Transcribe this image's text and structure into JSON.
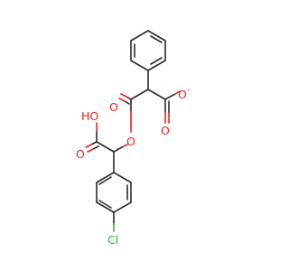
{
  "molecule": {
    "atoms": [
      {
        "id": "o_ketone",
        "text": "O",
        "color": "#e8251b"
      },
      {
        "id": "o_ester",
        "text": "O",
        "color": "#e8251b"
      },
      {
        "id": "o_carboxylate_double",
        "text": "O",
        "color": "#e8251b"
      },
      {
        "id": "o_carboxylate_single",
        "text": "O",
        "color": "#e8251b"
      },
      {
        "id": "charge",
        "text": "-",
        "color": "#e8251b"
      },
      {
        "id": "ho",
        "text": "HO",
        "color": "#e8251b"
      },
      {
        "id": "o_acid_double",
        "text": "O",
        "color": "#e8251b"
      },
      {
        "id": "cl",
        "text": "Cl",
        "color": "#29b52b"
      }
    ]
  }
}
